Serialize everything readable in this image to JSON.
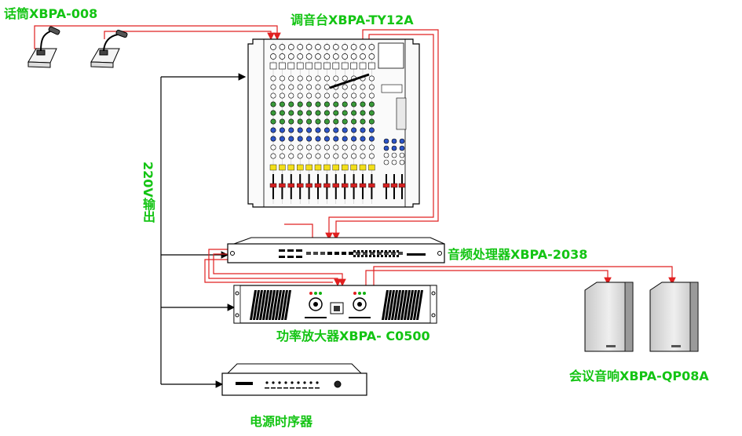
{
  "labels": {
    "microphone": "话筒XBPA-008",
    "mixer": "调音台XBPA-TY12A",
    "processor": "音频处理器XBPA-2038",
    "amplifier": "功率放大器XBPA- C0500",
    "speakers": "会议音响XBPA-QP08A",
    "sequencer": "电源时序器",
    "power_output": "220V输出"
  },
  "colors": {
    "label": "#13c413",
    "signal_line": "#e02020",
    "power_line": "#000000"
  }
}
